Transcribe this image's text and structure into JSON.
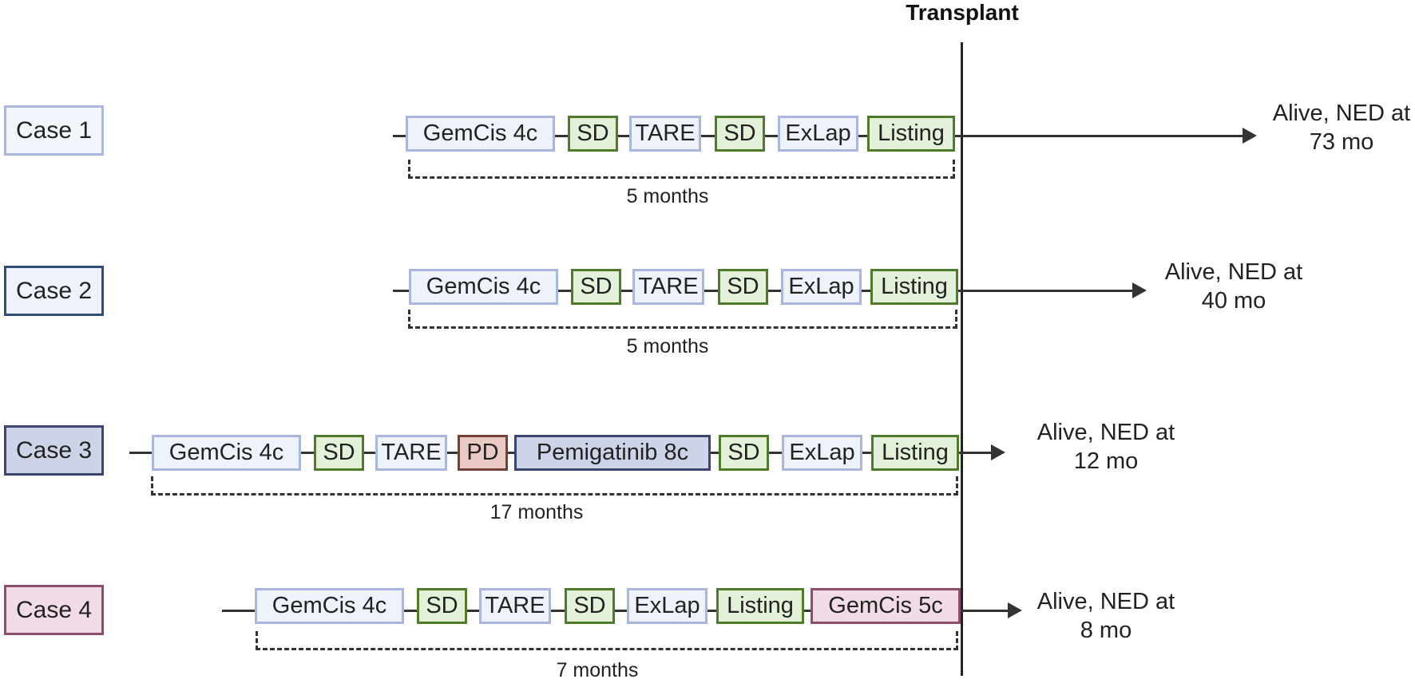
{
  "header": {
    "transplant_label": "Transplant"
  },
  "cases": [
    {
      "label": "Case 1",
      "steps": [
        "GemCis 4c",
        "SD",
        "TARE",
        "SD",
        "ExLap",
        "Listing"
      ],
      "duration": "5 months",
      "outcome": [
        "Alive, NED at",
        "73 mo"
      ]
    },
    {
      "label": "Case 2",
      "steps": [
        "GemCis 4c",
        "SD",
        "TARE",
        "SD",
        "ExLap",
        "Listing"
      ],
      "duration": "5 months",
      "outcome": [
        "Alive, NED at",
        "40 mo"
      ]
    },
    {
      "label": "Case 3",
      "steps": [
        "GemCis 4c",
        "SD",
        "TARE",
        "PD",
        "Pemigatinib 8c",
        "SD",
        "ExLap",
        "Listing"
      ],
      "duration": "17 months",
      "outcome": [
        "Alive, NED at",
        "12 mo"
      ]
    },
    {
      "label": "Case 4",
      "steps": [
        "GemCis 4c",
        "SD",
        "TARE",
        "SD",
        "ExLap",
        "Listing",
        "GemCis 5c"
      ],
      "duration": "7 months",
      "outcome": [
        "Alive, NED at",
        "8 mo"
      ]
    }
  ],
  "colors": {
    "case1": "#a9b6de",
    "case2": "#2f4f78",
    "case3": "#3c4570",
    "case4": "#8f4f6c",
    "treatment": "#a9b6de",
    "stable_disease": "#4f7b2b",
    "progressive_disease": "#73403a"
  }
}
